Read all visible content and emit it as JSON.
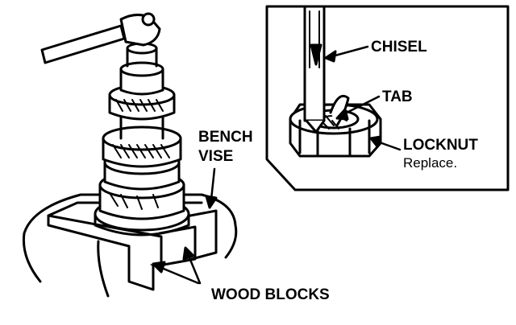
{
  "labels": {
    "chisel": "CHISEL",
    "tab": "TAB",
    "locknut": "LOCKNUT",
    "locknut_note": "Replace.",
    "bench_line1": "BENCH",
    "bench_line2": "VISE",
    "wood_blocks": "WOOD BLOCKS"
  },
  "colors": {
    "ink": "#000000",
    "paper": "#ffffff"
  }
}
